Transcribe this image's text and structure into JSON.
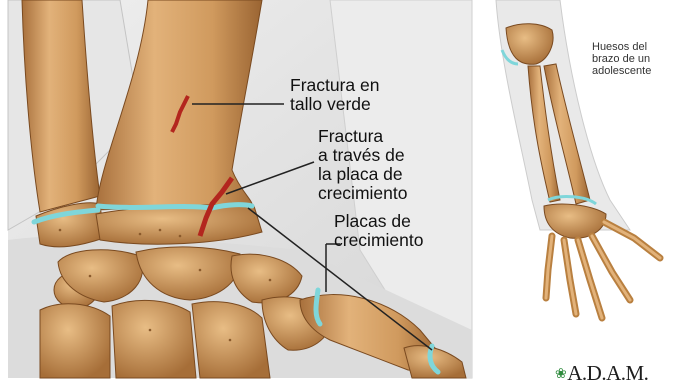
{
  "labels": {
    "greenstick": "Fractura en\ntallo verde",
    "growth_plate_fracture": "Fractura\na través de\nla placa de\ncrecimiento",
    "growth_plates": "Placas de\ncrecimiento",
    "adolescent_arm": "Huesos del\nbrazo de un\nadolescente"
  },
  "brand": {
    "logo_text": "A.D.A.M."
  },
  "colors": {
    "bone": "#d6a46c",
    "bone_shadow": "#9c6634",
    "growth_plate": "#7fd6da",
    "fracture": "#b3261e",
    "soft_tissue": "#e4e4e4",
    "logo_leaf": "#2e8b3d"
  }
}
